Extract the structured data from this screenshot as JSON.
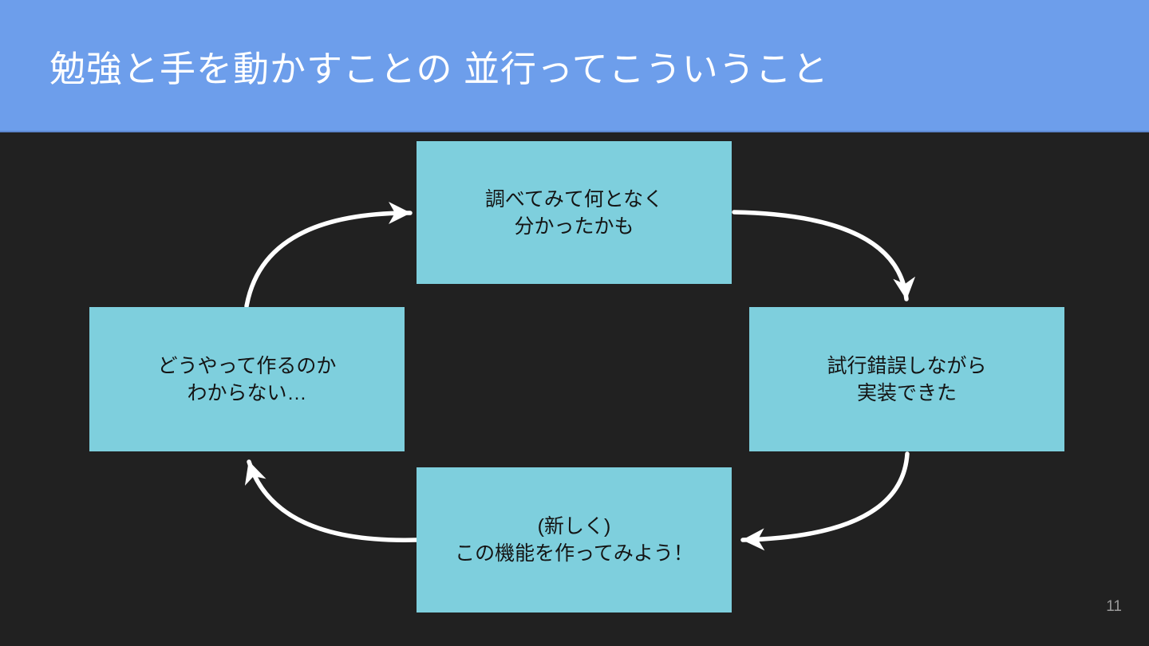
{
  "slide": {
    "title": "勉強と手を動かすことの 並行ってこういうこと",
    "page_number": "11",
    "colors": {
      "header_bg": "#6d9eeb",
      "body_bg": "#212121",
      "box_bg": "#7ecfdd",
      "box_text": "#141414",
      "title_text": "#ffffff",
      "arrow": "#ffffff",
      "page_number_text": "#9a9a9a"
    },
    "cycle": {
      "top_box": {
        "line1": "調べてみて何となく",
        "line2": "分かったかも"
      },
      "right_box": {
        "line1": "試行錯誤しながら",
        "line2": "実装できた"
      },
      "bottom_box": {
        "line1": "(新しく)",
        "line2": "この機能を作ってみよう！"
      },
      "left_box": {
        "line1": "どうやって作るのか",
        "line2": "わからない…"
      },
      "arrows": [
        {
          "name": "curved-arrow-left-to-top",
          "from": "left_box",
          "to": "top_box"
        },
        {
          "name": "curved-arrow-top-to-right",
          "from": "top_box",
          "to": "right_box"
        },
        {
          "name": "curved-arrow-right-to-bottom",
          "from": "right_box",
          "to": "bottom_box"
        },
        {
          "name": "curved-arrow-bottom-to-left",
          "from": "bottom_box",
          "to": "left_box"
        }
      ]
    }
  }
}
